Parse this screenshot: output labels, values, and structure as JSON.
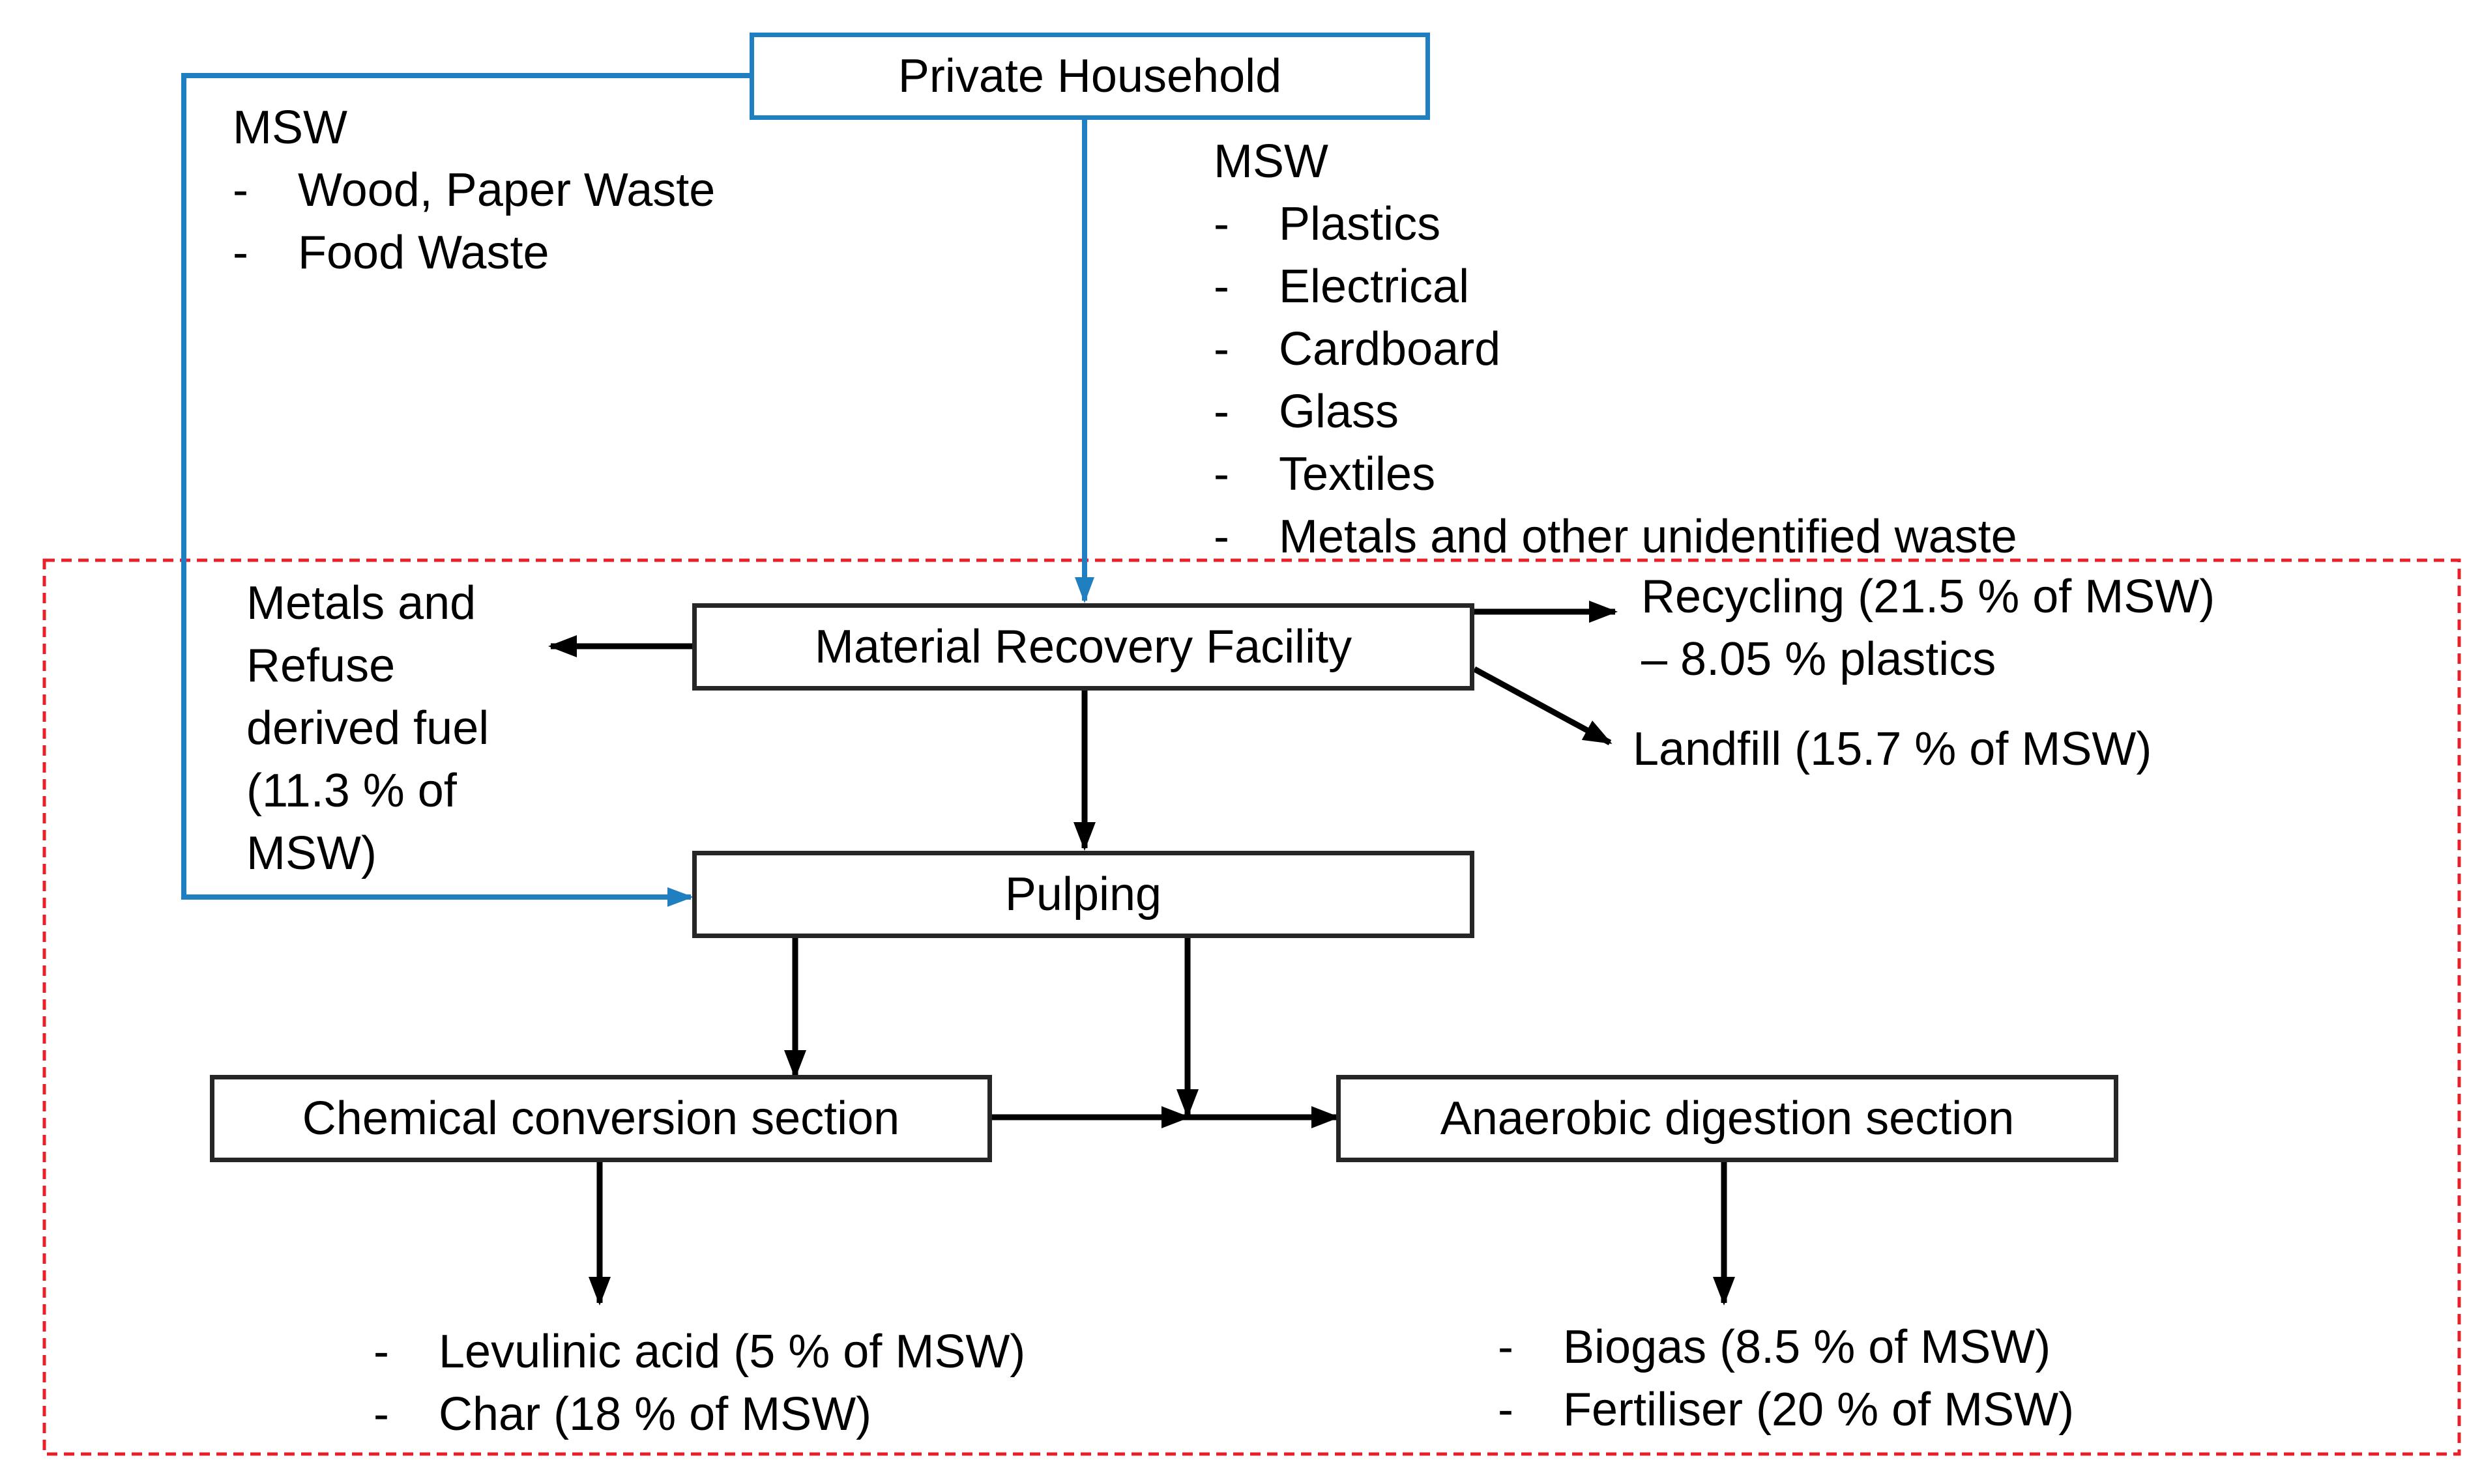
{
  "nodes": {
    "household": "Private Household",
    "mrf": "Material Recovery Facility",
    "pulping": "Pulping",
    "chemical": "Chemical conversion section",
    "anaerobic": "Anaerobic digestion section"
  },
  "msw_left": {
    "heading": "MSW",
    "items": [
      "Wood, Paper Waste",
      "Food Waste"
    ]
  },
  "msw_right": {
    "heading": "MSW",
    "items": [
      "Plastics",
      "Electrical",
      "Cardboard",
      "Glass",
      "Textiles",
      "Metals and other unidentified waste"
    ]
  },
  "outputs": {
    "rdf_lines": [
      "Metals and",
      "Refuse",
      "derived fuel",
      "(11.3 % of",
      "MSW)"
    ],
    "recycling_lines": [
      "Recycling (21.5 % of MSW)",
      "– 8.05 % plastics"
    ],
    "landfill": "Landfill (15.7 % of MSW)",
    "chemical_products": [
      "Levulinic acid (5 % of MSW)",
      "Char (18 % of MSW)"
    ],
    "anaerobic_products": [
      "Biogas (8.5 % of MSW)",
      "Fertiliser (20 % of MSW)"
    ]
  },
  "colors": {
    "blue_flow": "#1f7fc1",
    "black_flow": "#000000",
    "boundary": "#e8202a"
  }
}
